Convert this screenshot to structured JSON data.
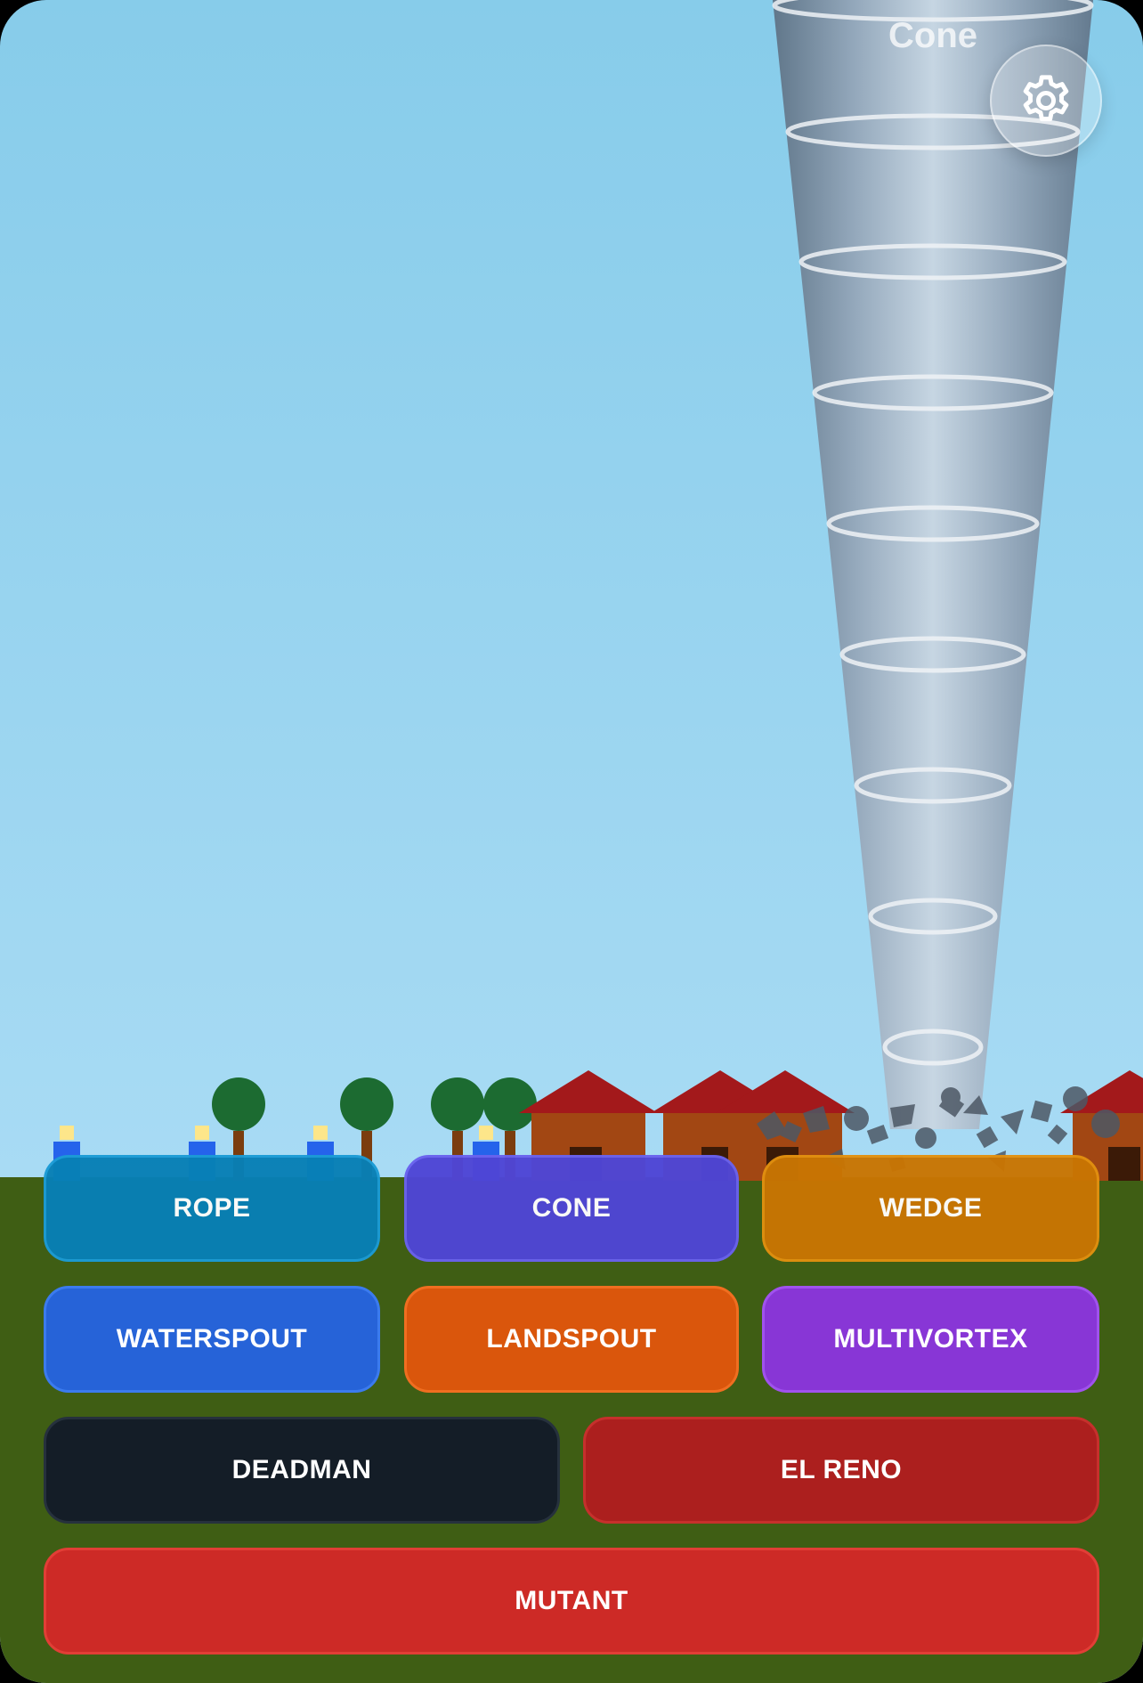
{
  "current_mode": "Cone",
  "settings_icon": "gear-icon",
  "buttons": [
    {
      "label": "ROPE",
      "color": "#0880B6",
      "border": "#1B9BD6"
    },
    {
      "label": "CONE",
      "color": "#4F46D6",
      "border": "#6A62EE"
    },
    {
      "label": "WEDGE",
      "color": "#C97503",
      "border": "#E2900F"
    },
    {
      "label": "WATERSPOUT",
      "color": "#2663D8",
      "border": "#3B7BEE"
    },
    {
      "label": "LANDSPOUT",
      "color": "#DA560C",
      "border": "#F06E20"
    },
    {
      "label": "MULTIVORTEX",
      "color": "#8836D6",
      "border": "#A052EE"
    },
    {
      "label": "DEADMAN",
      "color": "#141D27",
      "border": "#26313D"
    },
    {
      "label": "EL RENO",
      "color": "#AC1F1E",
      "border": "#C6302C"
    },
    {
      "label": "MUTANT",
      "color": "#CD2A26",
      "border": "#E23E36"
    }
  ],
  "colors": {
    "sky_top": "#87CCEA",
    "ground": "#3F5E14",
    "roof": "#A3191B",
    "house_wall": "#A24713",
    "tree": "#1C6B31",
    "trunk": "#7B3D0F",
    "person_body": "#2563EB",
    "person_head": "#FDE68A"
  }
}
